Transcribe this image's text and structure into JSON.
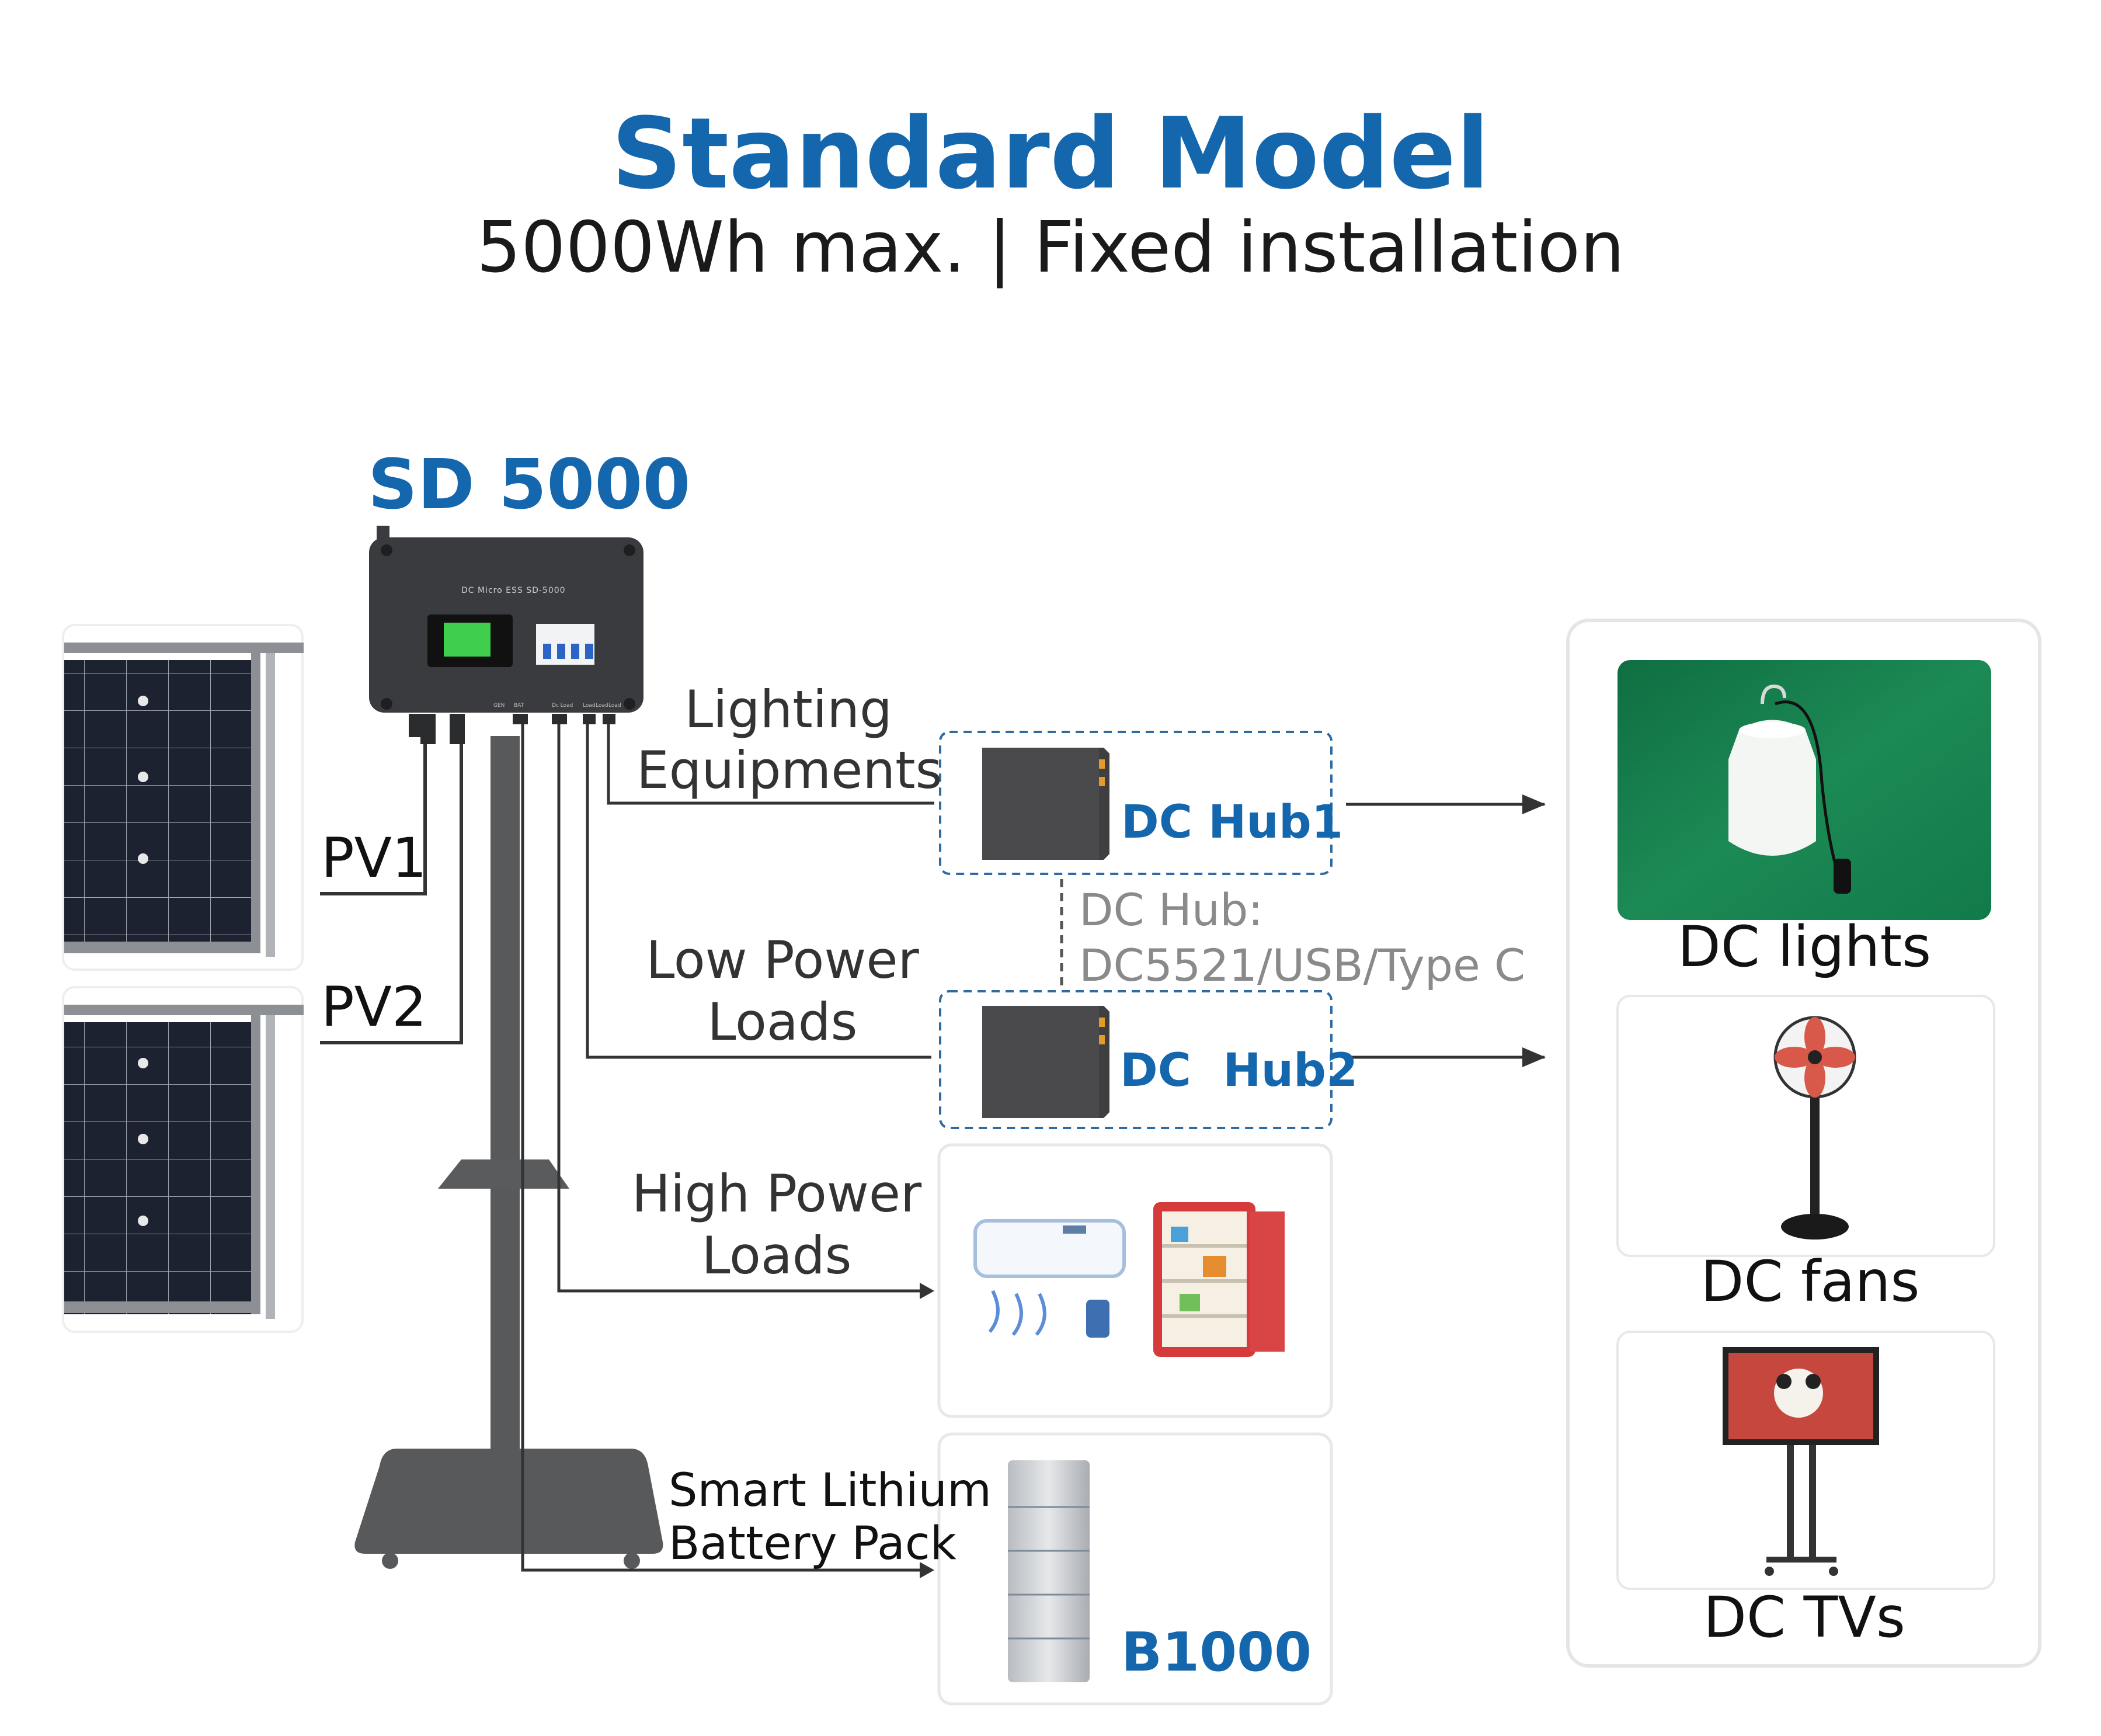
{
  "header": {
    "title": "Standard Model",
    "subtitle": "5000Wh max.  | Fixed installation"
  },
  "controller": {
    "name": "SD 5000",
    "device_label": "DC Micro ESS SD-5000",
    "port_labels": [
      "GEN",
      "BAT",
      "Dc Load",
      "Load",
      "Load",
      "Load"
    ]
  },
  "solar": {
    "pv1": "PV1",
    "pv2": "PV2"
  },
  "branches": {
    "lighting": [
      "Lighting",
      "Equipments"
    ],
    "low_power": [
      "Low Power",
      "Loads"
    ],
    "high_power": [
      "High Power",
      "Loads"
    ],
    "battery": [
      "Smart Lithium",
      "Battery Pack"
    ]
  },
  "hubs": {
    "hub1": "DC Hub1",
    "hub2": "DC  Hub2",
    "note_line1": "DC Hub:",
    "note_line2": "DC5521/USB/Type C"
  },
  "battery_pack": {
    "model": "B1000"
  },
  "devices": {
    "lights": "DC lights",
    "fans": "DC fans",
    "tvs": "DC TVs"
  },
  "colors": {
    "brand_blue": "#1466ad",
    "line": "#333333",
    "dashed_box": "#2f6aa3",
    "controller_body": "#3a3b3e"
  }
}
